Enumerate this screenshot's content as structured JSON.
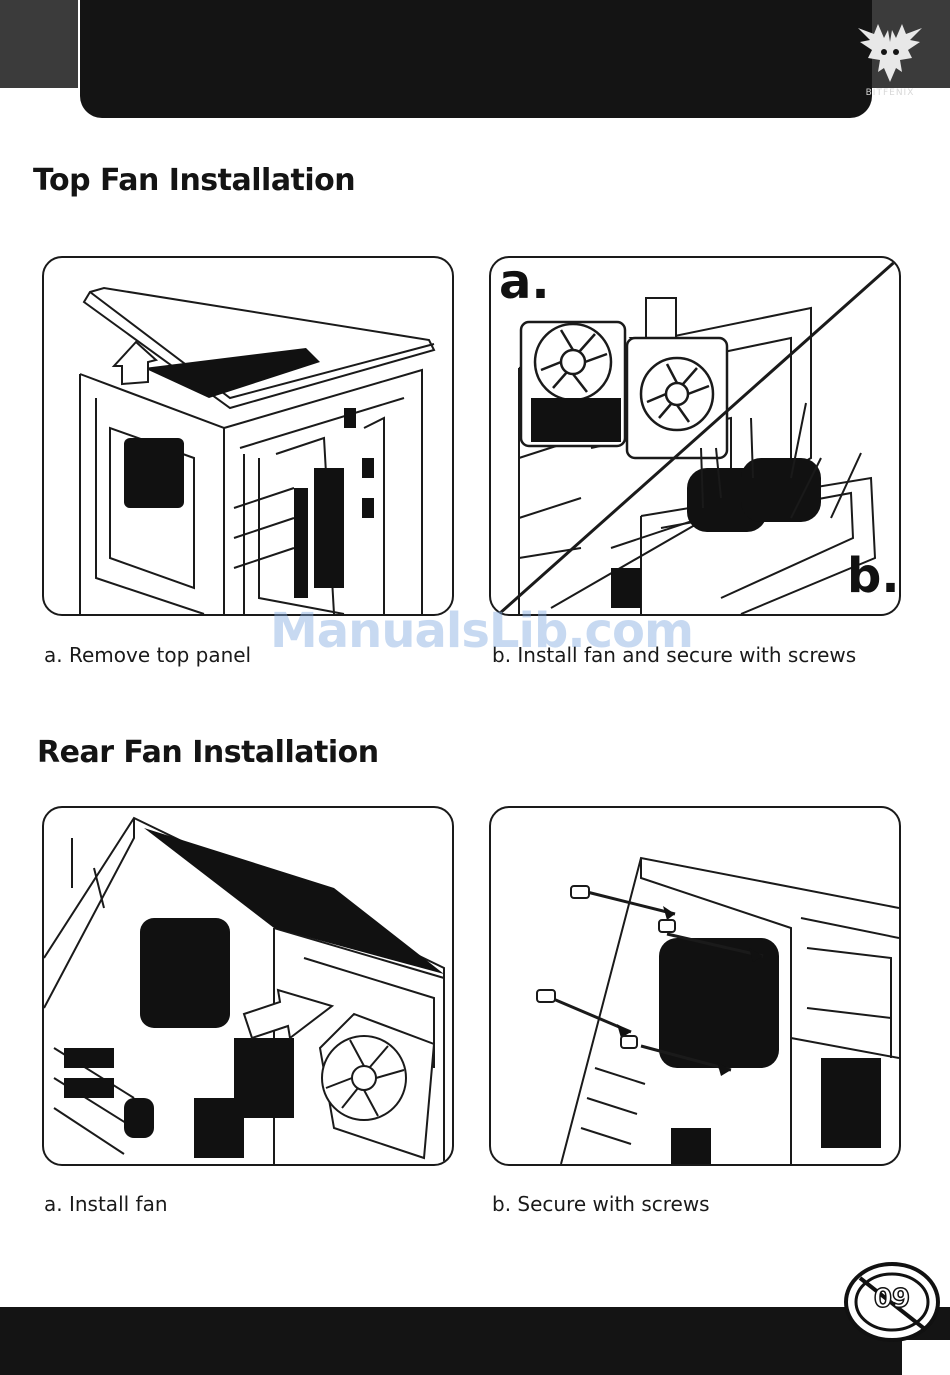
{
  "brand": {
    "name": "BITFENIX"
  },
  "watermark": "ManualsLib.com",
  "sections": [
    {
      "title": "Top Fan Installation",
      "steps": [
        {
          "caption": "a.  Remove top panel"
        },
        {
          "caption": "b.  Install fan and secure with screws",
          "labels": [
            "a.",
            "b."
          ]
        }
      ]
    },
    {
      "title": "Rear Fan Installation",
      "steps": [
        {
          "caption": "a.  Install fan"
        },
        {
          "caption": "b.  Secure with screws"
        }
      ]
    }
  ],
  "page_number": "09"
}
